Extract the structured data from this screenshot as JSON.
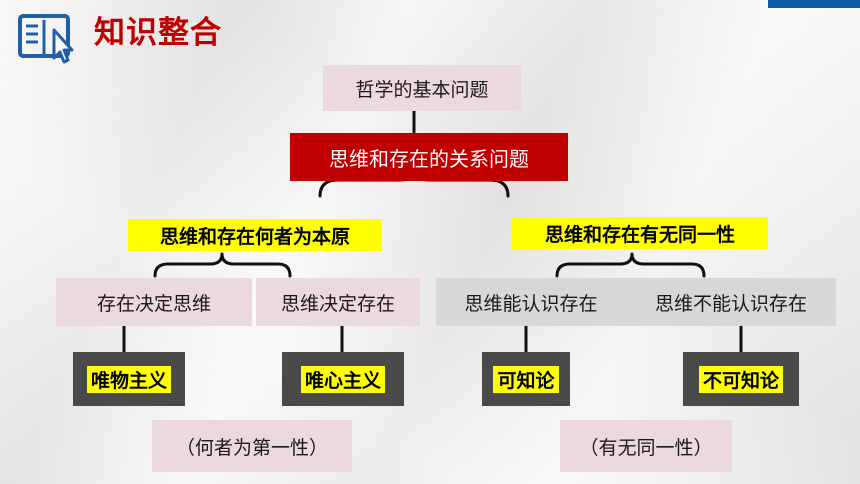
{
  "header": {
    "title": "知识整合"
  },
  "colors": {
    "title": "#c00000",
    "core_box": "#c00000",
    "highlight": "#ffff00",
    "result_box": "#4a4a4a",
    "note_box": "#ecd8e0",
    "accent_bar": "#0f5ca8"
  },
  "icons": {
    "title": "open-book-cursor-icon"
  },
  "diagram": {
    "root": "哲学的基本问题",
    "core": "思维和存在的关系问题",
    "branches": [
      {
        "label": "思维和存在何者为本原",
        "options": [
          {
            "text": "存在决定思维",
            "result": "唯物主义"
          },
          {
            "text": "思维决定存在",
            "result": "唯心主义"
          }
        ],
        "note": "（何者为第一性）"
      },
      {
        "label": "思维和存在有无同一性",
        "options": [
          {
            "text": "思维能认识存在",
            "result": "可知论"
          },
          {
            "text": "思维不能认识存在",
            "result": "不可知论"
          }
        ],
        "note": "（有无同一性）"
      }
    ]
  }
}
